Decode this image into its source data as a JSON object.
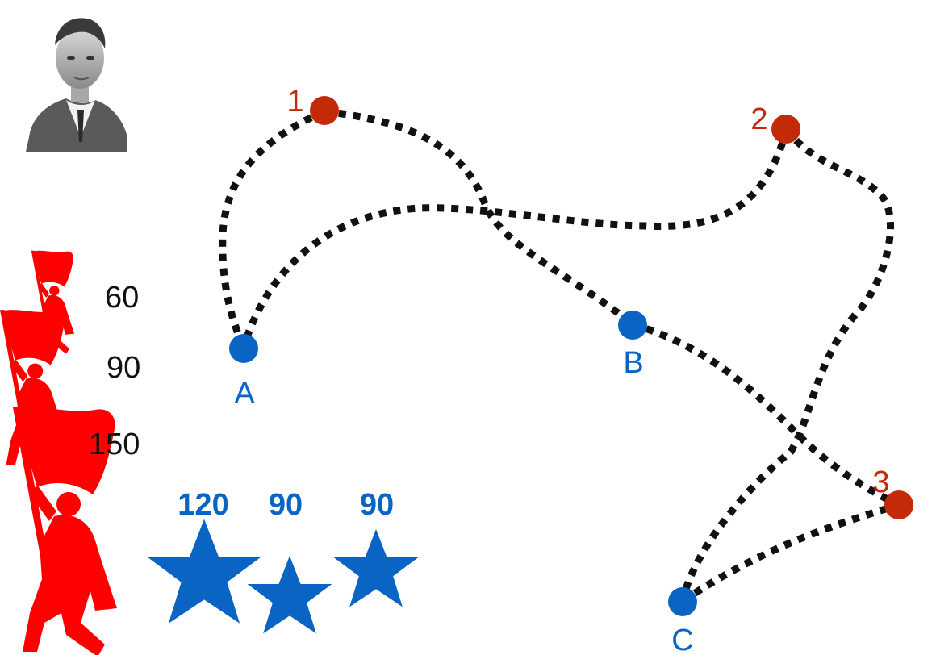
{
  "colors": {
    "consumer": "#0a64c4",
    "supplier": "#c32a0a",
    "path": "#111111",
    "flag": "#ff0000",
    "background": "#ffffff"
  },
  "portrait": {
    "icon": "portrait-photo"
  },
  "suppliers": [
    {
      "label": "1",
      "supply": "60"
    },
    {
      "label": "2",
      "supply": "90"
    },
    {
      "label": "3",
      "supply": "150"
    }
  ],
  "consumers": [
    {
      "label": "A",
      "demand": "120"
    },
    {
      "label": "B",
      "demand": "90"
    },
    {
      "label": "C",
      "demand": "90"
    }
  ],
  "icons": {
    "supplier_figure": "flag-bearer-icon",
    "consumer_marker": "star-icon"
  }
}
